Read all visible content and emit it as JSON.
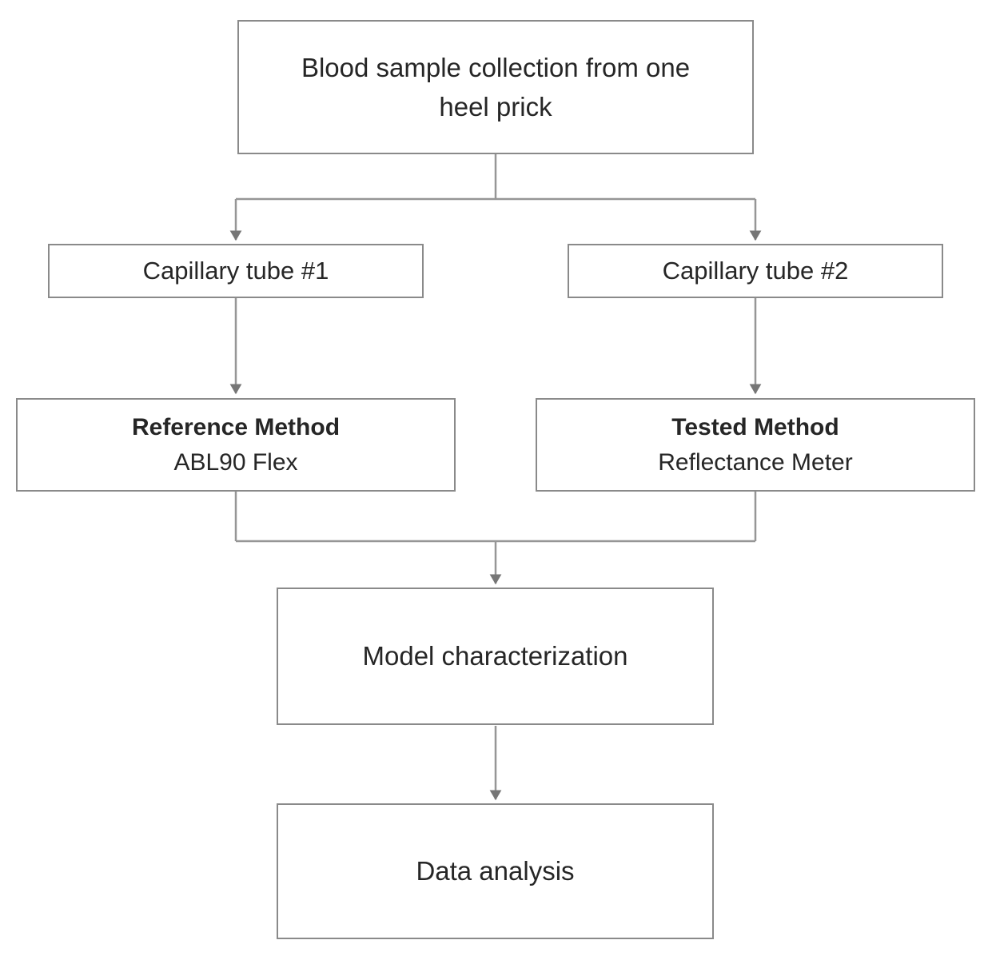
{
  "nodes": {
    "blood": {
      "label": "Blood sample collection from one\nheel prick"
    },
    "cap1": {
      "label": "Capillary tube #1"
    },
    "cap2": {
      "label": "Capillary tube #2"
    },
    "reference": {
      "title": "Reference Method",
      "subtitle": "ABL90 Flex"
    },
    "tested": {
      "title": "Tested Method",
      "subtitle": "Reflectance Meter"
    },
    "model": {
      "label": "Model characterization"
    },
    "data_analysis": {
      "label": "Data analysis"
    }
  },
  "colors": {
    "background": "#ffffff",
    "box_border": "#8a8a8a",
    "line": "#969696",
    "arrowhead": "#767676",
    "text": "#262626"
  }
}
